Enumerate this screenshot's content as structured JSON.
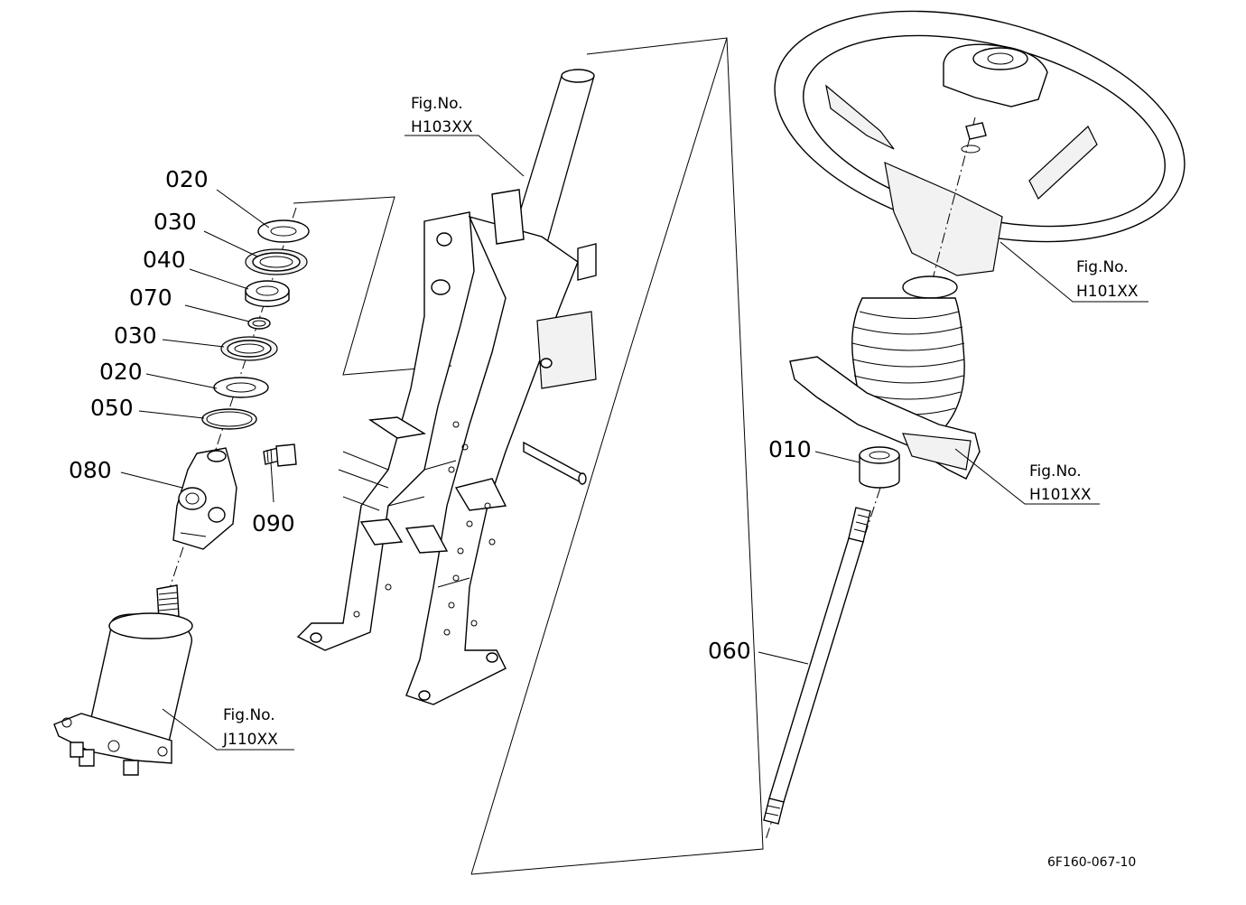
{
  "parts": {
    "p020_top": "020",
    "p030_top": "030",
    "p040": "040",
    "p070": "070",
    "p030_bottom": "030",
    "p020_bottom": "020",
    "p050": "050",
    "p080": "080",
    "p090": "090",
    "p010": "010",
    "p060": "060"
  },
  "figures": {
    "h103": {
      "title": "Fig.No.",
      "code": "H103XX"
    },
    "h101_wheel": {
      "title": "Fig.No.",
      "code": "H101XX"
    },
    "h101_panel": {
      "title": "Fig.No.",
      "code": "H101XX"
    },
    "j110": {
      "title": "Fig.No.",
      "code": "J110XX"
    }
  },
  "drawing_code": "6F160-067-10"
}
